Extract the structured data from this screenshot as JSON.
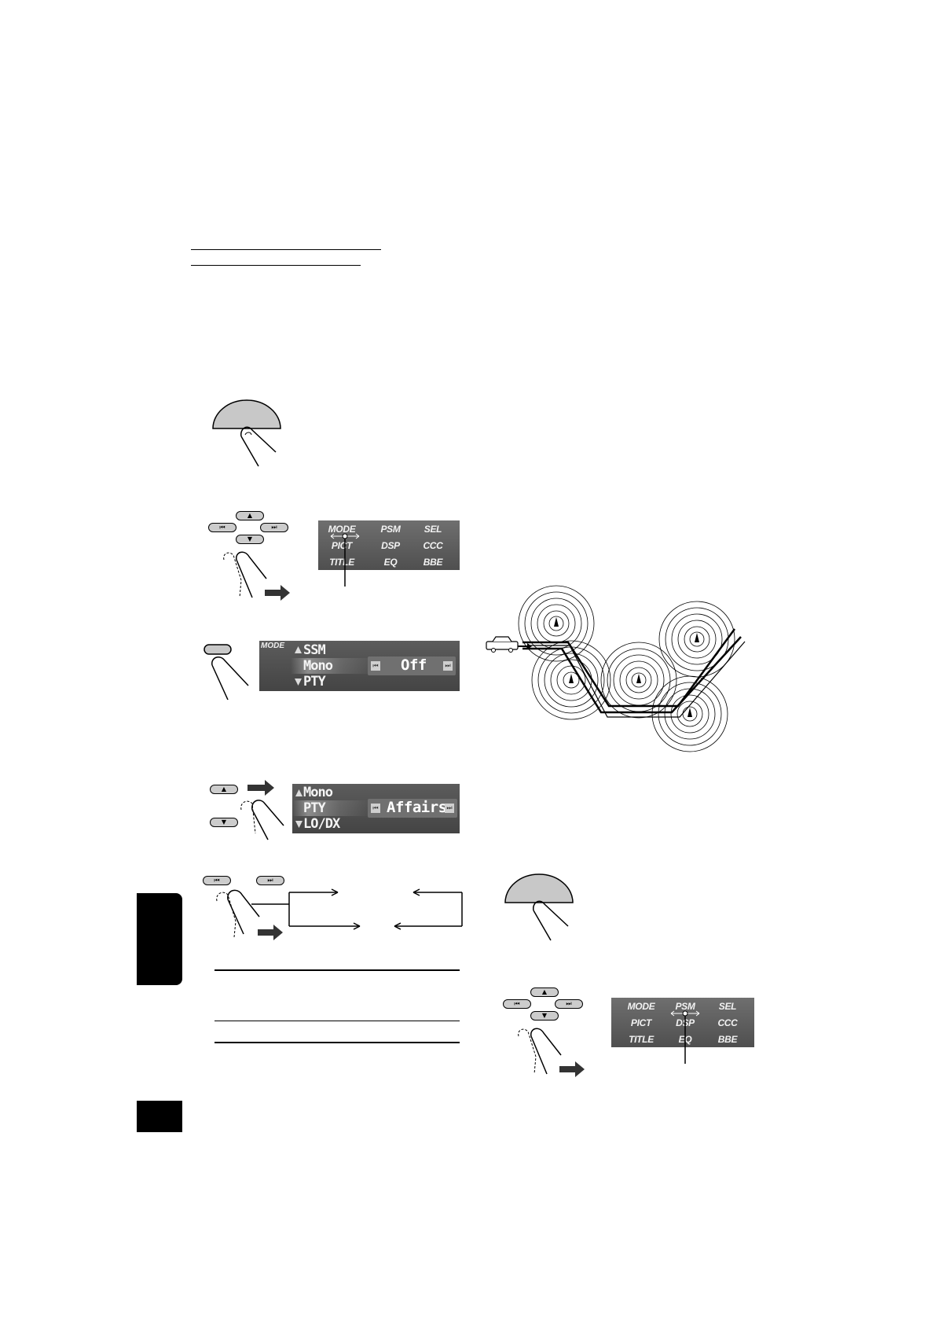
{
  "menu_top": {
    "items": [
      "MODE",
      "PSM",
      "SEL",
      "PICT",
      "DSP",
      "CCC",
      "TITLE",
      "EQ",
      "BBE"
    ]
  },
  "menu_bottom": {
    "items": [
      "MODE",
      "PSM",
      "SEL",
      "PICT",
      "DSP",
      "CCC",
      "TITLE",
      "EQ",
      "BBE"
    ]
  },
  "lcd_mode": {
    "mode_tag": "MODE",
    "rows": [
      "SSM",
      "Mono",
      "PTY"
    ],
    "value": "Off"
  },
  "lcd_pty": {
    "rows": [
      "Mono",
      "PTY",
      "LO/DX"
    ],
    "value": "Affairs"
  },
  "icons": {
    "skip_prev": "⏮",
    "skip_next": "⏭",
    "up": "▲",
    "down": "▼"
  },
  "colors": {
    "panel": "#555555",
    "button_fill": "#c8c8c8",
    "tab": "#000000"
  }
}
